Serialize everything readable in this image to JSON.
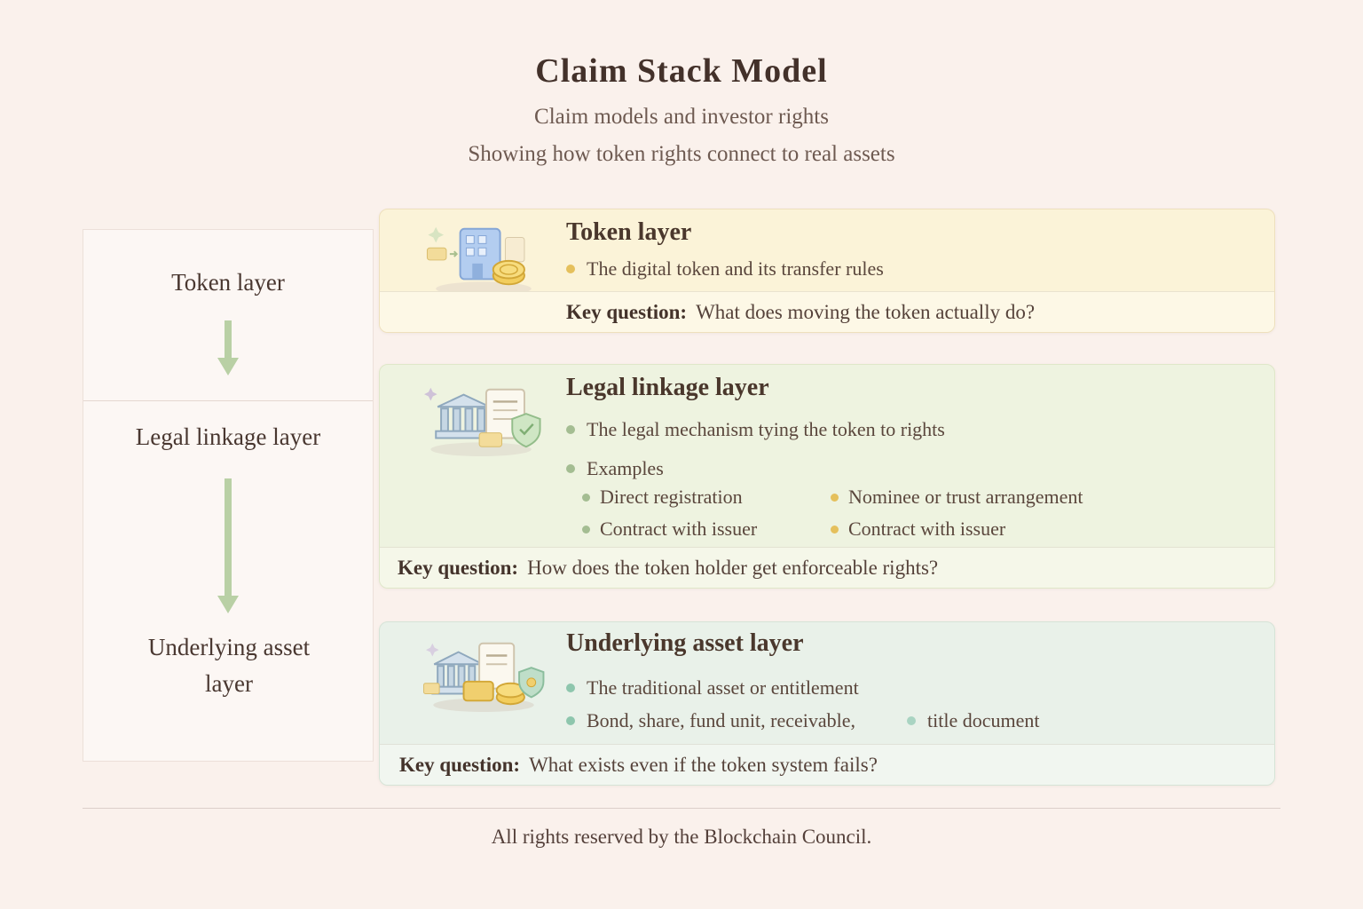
{
  "header": {
    "title": "Claim Stack Model",
    "subtitle1": "Claim models and investor rights",
    "subtitle2": "Showing how token rights connect to real assets"
  },
  "sidebar": {
    "items": [
      "Token layer",
      "Legal linkage layer",
      "Underlying asset layer"
    ]
  },
  "cards": [
    {
      "title": "Token layer",
      "icon": "building-coins-icon",
      "bullets": [
        "The digital token and its transfer rules"
      ],
      "key_label": "Key question:",
      "key_question": "What does moving the token actually do?"
    },
    {
      "title": "Legal linkage layer",
      "icon": "bank-document-shield-icon",
      "bullets": [
        "The legal mechanism tying the token to rights",
        "Examples"
      ],
      "examples": [
        "Direct registration",
        "Nominee or trust arrangement",
        "Contract with issuer",
        "Contract with issuer"
      ],
      "key_label": "Key question:",
      "key_question": "How does the token holder get enforceable rights?"
    },
    {
      "title": "Underlying asset layer",
      "icon": "bank-document-coins-shield-icon",
      "bullets": [
        "The traditional asset or entitlement"
      ],
      "inline_bullets": [
        "Bond, share, fund unit, receivable,",
        "title document"
      ],
      "key_label": "Key question:",
      "key_question": "What exists even if the token system fails?"
    }
  ],
  "footer": "All rights reserved by the Blockchain Council.",
  "colors": {
    "background": "#faf1ec",
    "card_token_bg": "#fbf3d8",
    "card_legal_bg": "#eef3e0",
    "card_asset_bg": "#e9f1e9",
    "arrow": "#b9d0a5",
    "text": "#4f3c35",
    "bullet_yellow": "#e5c05c",
    "bullet_green": "#a4bd92",
    "bullet_teal": "#8ec6ad"
  }
}
